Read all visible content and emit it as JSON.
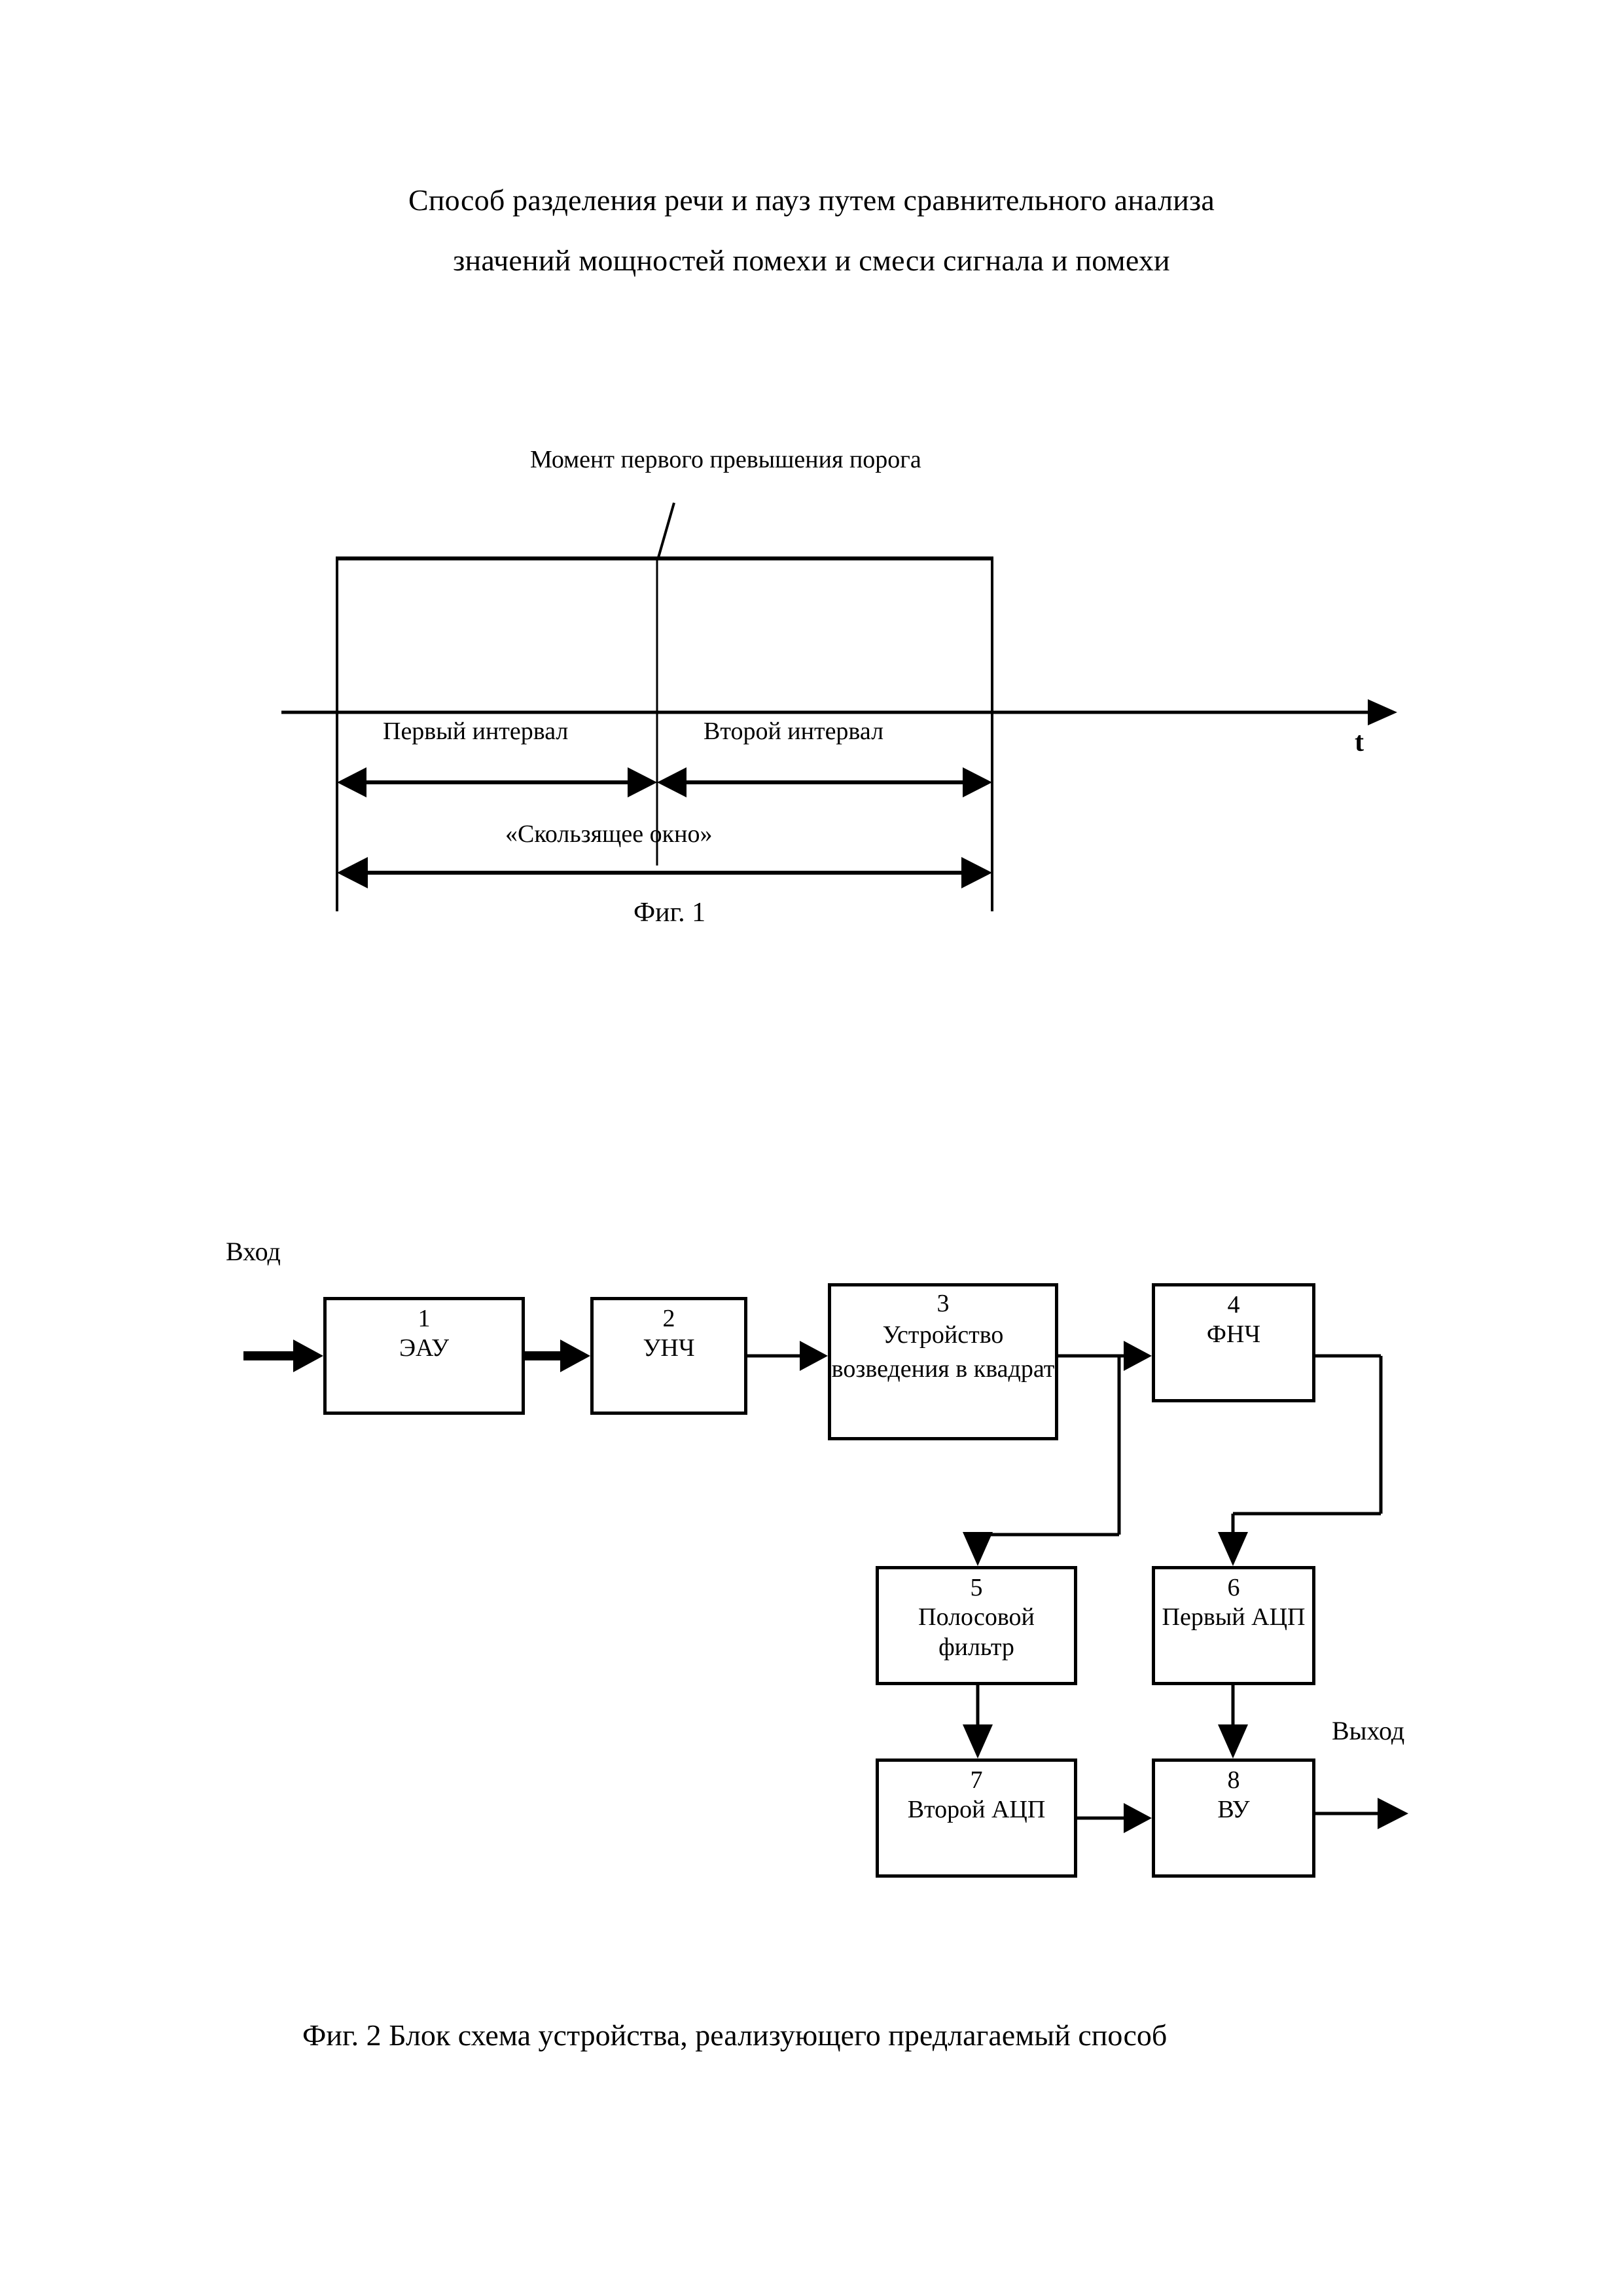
{
  "document": {
    "title_lines": [
      "Способ разделения речи и пауз путем сравнительного анализа",
      "значений мощностей помехи и смеси сигнала и помехи"
    ]
  },
  "figure1": {
    "caption": "Фиг. 1",
    "annotation": "Момент первого превышения порога",
    "axis_label": "t",
    "first_interval_label": "Первый интервал",
    "second_interval_label": "Второй интервал",
    "sliding_window_label": "«Скользящее окно»"
  },
  "figure2": {
    "caption": "Фиг. 2  Блок схема устройства, реализующего предлагаемый способ",
    "input_label": "Вход",
    "output_label": "Выход",
    "blocks": [
      {
        "num": "1",
        "name": "ЭАУ"
      },
      {
        "num": "2",
        "name": "УНЧ"
      },
      {
        "num": "3",
        "name": "Устройство возведения в квадрат"
      },
      {
        "num": "4",
        "name": "ФНЧ"
      },
      {
        "num": "5",
        "name": "Полосовой фильтр"
      },
      {
        "num": "6",
        "name": "Первый АЦП"
      },
      {
        "num": "7",
        "name": "Второй АЦП"
      },
      {
        "num": "8",
        "name": "ВУ"
      }
    ]
  },
  "colors": {
    "ink": "#000000",
    "paper": "#ffffff"
  }
}
